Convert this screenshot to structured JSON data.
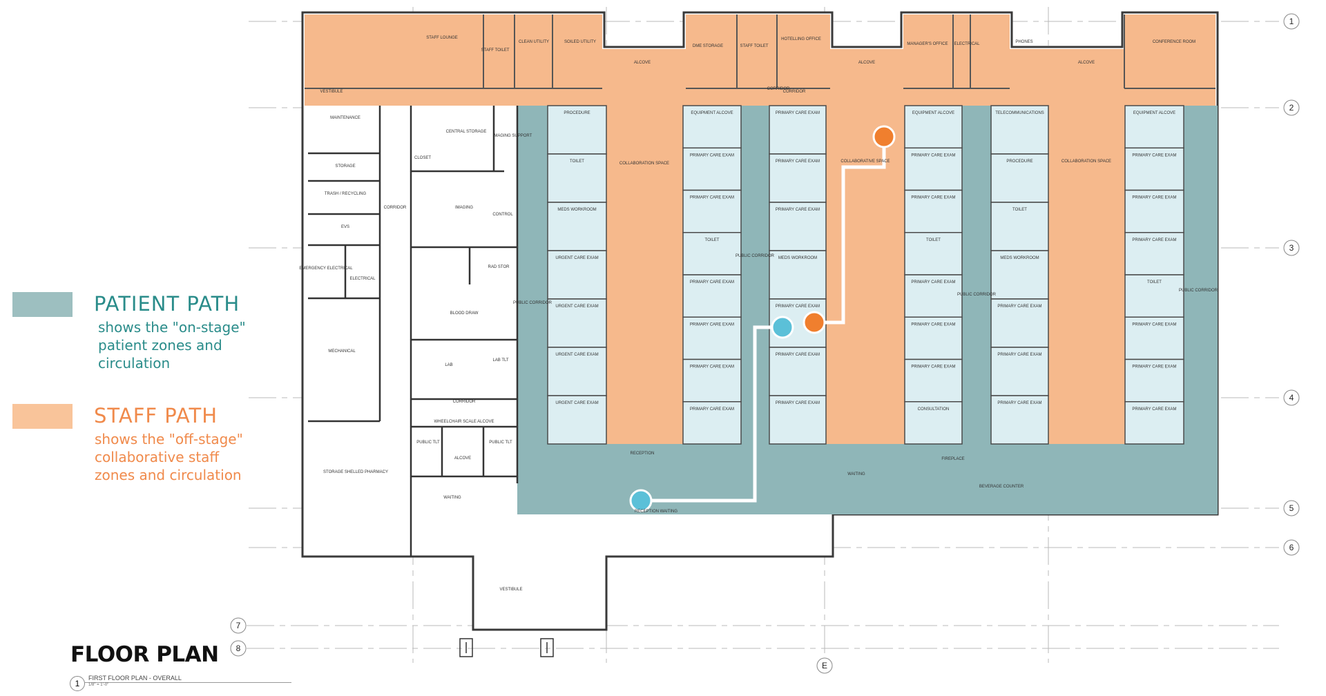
{
  "legend": {
    "patient": {
      "title": "PATIENT PATH",
      "desc": "shows the \"on-stage\"\npatient zones and\ncirculation",
      "color": "#9DBFC0",
      "text_color": "#2A8C8A"
    },
    "staff": {
      "title": "STAFF PATH",
      "desc": "shows the \"off-stage\"\ncollaborative staff\nzones and circulation",
      "color": "#F9C49A",
      "text_color": "#F08A4B"
    }
  },
  "title": "FLOOR PLAN",
  "plan_number": "1",
  "subtitle": "FIRST FLOOR PLAN - OVERALL",
  "scale": "1/8\" = 1'-0\"",
  "grid_bubbles": {
    "right": [
      "1",
      "2",
      "3",
      "4",
      "5",
      "6"
    ],
    "left": [
      "7",
      "8"
    ],
    "bottom": [
      "E"
    ]
  },
  "colors": {
    "staff_zone": "#F6B98C",
    "patient_zone": "#8FB6B8",
    "exam_room": "#DCEEF2",
    "patient_path_dot": "#5BC0D8",
    "staff_path_dot": "#F07F2E",
    "wall": "#3a3a3a"
  },
  "top_rooms": [
    "STAFF LOUNGE",
    "STAFF TOILET",
    "CLEAN UTILITY",
    "SOILED UTILITY",
    "ALCOVE",
    "DME STORAGE",
    "STAFF TOILET",
    "HOTELLING OFFICE",
    "ALCOVE",
    "MANAGER'S OFFICE",
    "ELECTRICAL",
    "PHONES",
    "ALCOVE",
    "CONFERENCE ROOM",
    "VESTIBULE",
    "CORRIDOR"
  ],
  "left_rooms": [
    "MAINTENANCE",
    "STORAGE",
    "TRASH / RECYCLING",
    "EVS",
    "EMERGENCY ELECTRICAL",
    "ELECTRICAL",
    "MECHANICAL",
    "STORAGE SHELLED PHARMACY",
    "CORRIDOR",
    "CENTRAL STORAGE",
    "IMAGING SUPPORT",
    "CLOSET",
    "IMAGING",
    "CONTROL",
    "RAD STOR",
    "BLOOD DRAW",
    "LAB",
    "LAB TLT",
    "CORRIDOR",
    "WHEELCHAIR SCALE ALCOVE",
    "PUBLIC TLT",
    "ALCOVE",
    "PUBLIC TLT",
    "WAITING"
  ],
  "exam_columns": [
    [
      "PROCEDURE",
      "TOILET",
      "MEDS WORKROOM",
      "URGENT CARE EXAM",
      "URGENT CARE EXAM",
      "URGENT CARE EXAM",
      "URGENT CARE EXAM"
    ],
    [
      "EQUIPMENT ALCOVE",
      "PRIMARY CARE EXAM",
      "PRIMARY CARE EXAM",
      "TOILET",
      "PRIMARY CARE EXAM",
      "PRIMARY CARE EXAM",
      "PRIMARY CARE EXAM",
      "PRIMARY CARE EXAM"
    ],
    [
      "PRIMARY CARE EXAM",
      "PRIMARY CARE EXAM",
      "PRIMARY CARE EXAM",
      "MEDS WORKROOM",
      "PRIMARY CARE EXAM",
      "PRIMARY CARE EXAM",
      "PRIMARY CARE EXAM"
    ],
    [
      "EQUIPMENT ALCOVE",
      "PRIMARY CARE EXAM",
      "PRIMARY CARE EXAM",
      "TOILET",
      "PRIMARY CARE EXAM",
      "PRIMARY CARE EXAM",
      "PRIMARY CARE EXAM",
      "CONSULTATION"
    ],
    [
      "TELECOMMUNICATIONS",
      "PROCEDURE",
      "TOILET",
      "MEDS WORKROOM",
      "PRIMARY CARE EXAM",
      "PRIMARY CARE EXAM",
      "PRIMARY CARE EXAM"
    ],
    [
      "EQUIPMENT ALCOVE",
      "PRIMARY CARE EXAM",
      "PRIMARY CARE EXAM",
      "PRIMARY CARE EXAM",
      "TOILET",
      "PRIMARY CARE EXAM",
      "PRIMARY CARE EXAM",
      "PRIMARY CARE EXAM"
    ]
  ],
  "zone_labels": {
    "collab_1": "COLLABORATION SPACE",
    "collab_2": "COLLABORATIVE SPACE",
    "collab_3": "COLLABORATION SPACE",
    "public_corridor_1": "PUBLIC CORRIDOR",
    "public_corridor_2": "PUBLIC CORRIDOR",
    "public_corridor_3": "PUBLIC CORRIDOR",
    "public_corridor_4": "PUBLIC CORRIDOR",
    "reception": "RECEPTION",
    "waiting": "WAITING",
    "reception_waiting": "RECEPTION WAITING",
    "fireplace": "FIREPLACE",
    "beverage": "BEVERAGE COUNTER",
    "vestibule": "VESTIBULE",
    "corridor_top": "CORRIDOR"
  }
}
